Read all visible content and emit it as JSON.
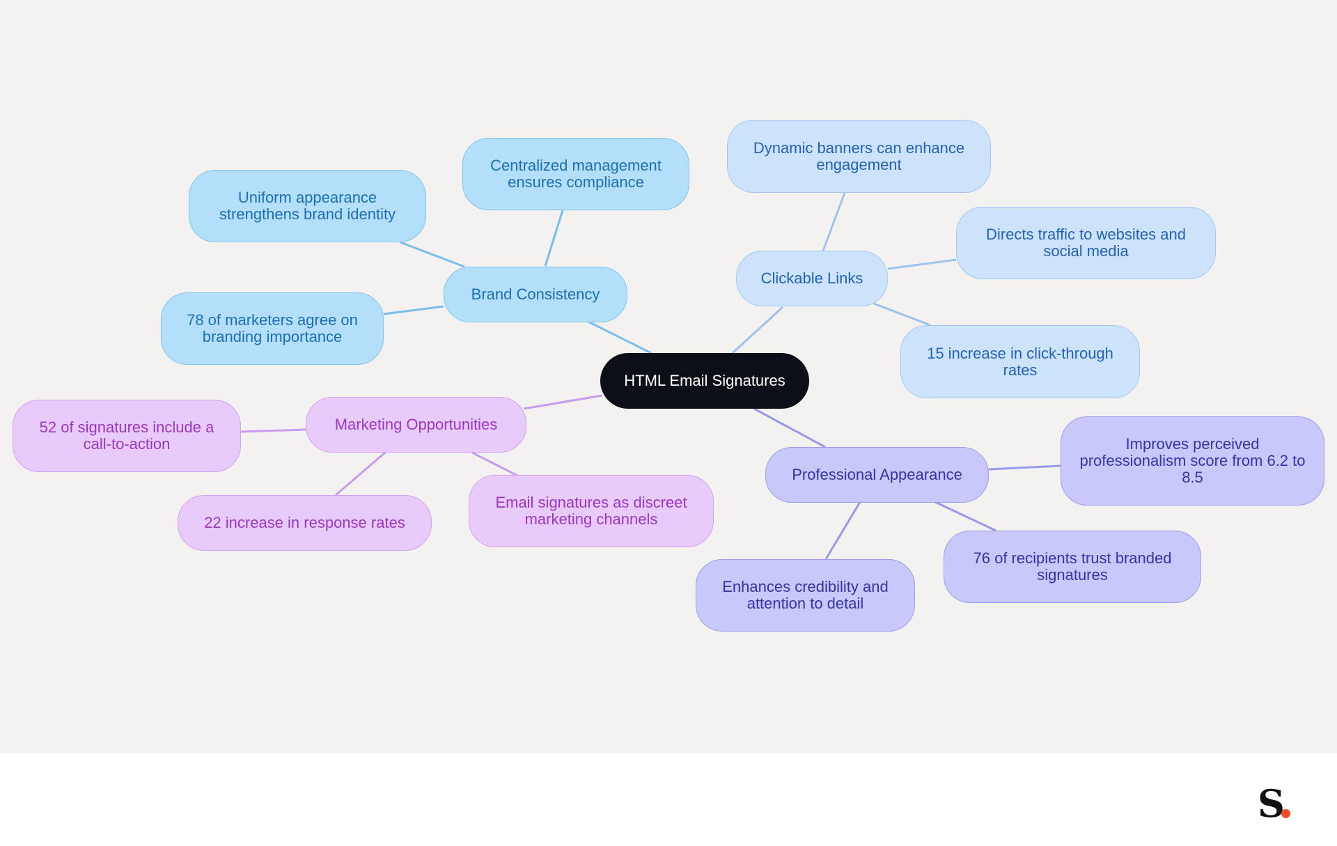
{
  "mindmap": {
    "root": "HTML Email Signatures",
    "branches": {
      "brand": {
        "label": "Brand Consistency",
        "children": [
          "Centralized management ensures compliance",
          "Uniform appearance strengthens brand identity",
          "78 of marketers agree on branding importance"
        ]
      },
      "links": {
        "label": "Clickable Links",
        "children": [
          "Dynamic banners can enhance engagement",
          "Directs traffic to websites and social media",
          "15 increase in click-through rates"
        ]
      },
      "marketing": {
        "label": "Marketing Opportunities",
        "children": [
          "52 of signatures include a call-to-action",
          "22 increase in response rates",
          "Email signatures as discreet marketing channels"
        ]
      },
      "professional": {
        "label": "Professional Appearance",
        "children": [
          "Improves perceived professionalism score from 6.2 to 8.5",
          "76 of recipients trust branded signatures",
          "Enhances credibility and attention to detail"
        ]
      }
    }
  },
  "logo": {
    "letter": "S",
    "dot_color": "#f04e23"
  },
  "colors": {
    "background": "#f3f2f1",
    "root": "#0c1016",
    "brand_edge": "#78bdeb",
    "links_edge": "#9cc3ef",
    "marketing_edge": "#c79bef",
    "professional_edge": "#9898ec"
  }
}
